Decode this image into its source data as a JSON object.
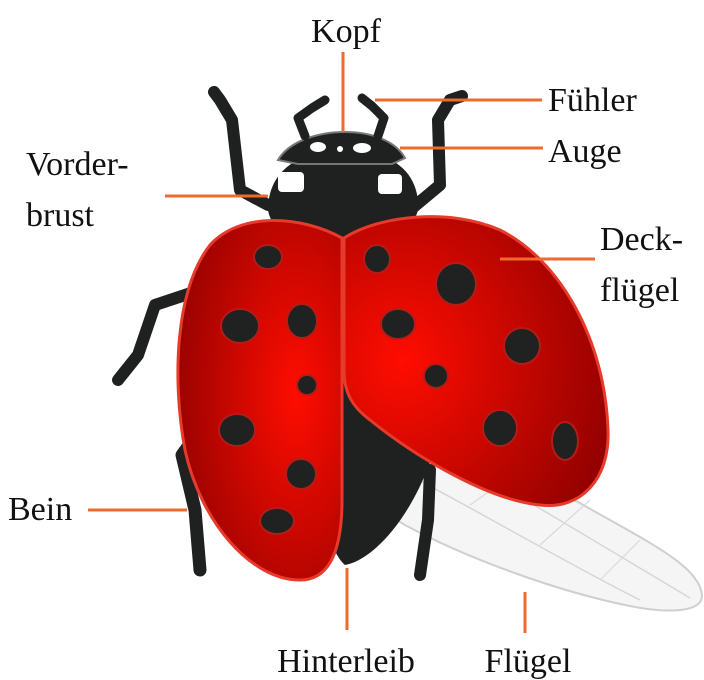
{
  "labels": {
    "kopf": "Kopf",
    "fuehler": "Fühler",
    "auge": "Auge",
    "vorderbrust": [
      "Vorder-",
      "brust"
    ],
    "deckfluegel": [
      "Deck-",
      "flügel"
    ],
    "bein": "Bein",
    "hinterleib": "Hinterleib",
    "fluegel": "Flügel"
  },
  "colors": {
    "leader": "#ee6a2e",
    "body": "#1f2020",
    "elytra_light": "#ff0d00",
    "elytra_dark": "#8a0000",
    "elytra_edge": "#e63a2a",
    "spot": "#202121",
    "wing": "#ececec"
  },
  "icons": {
    "subject": "ladybug-illustration"
  }
}
